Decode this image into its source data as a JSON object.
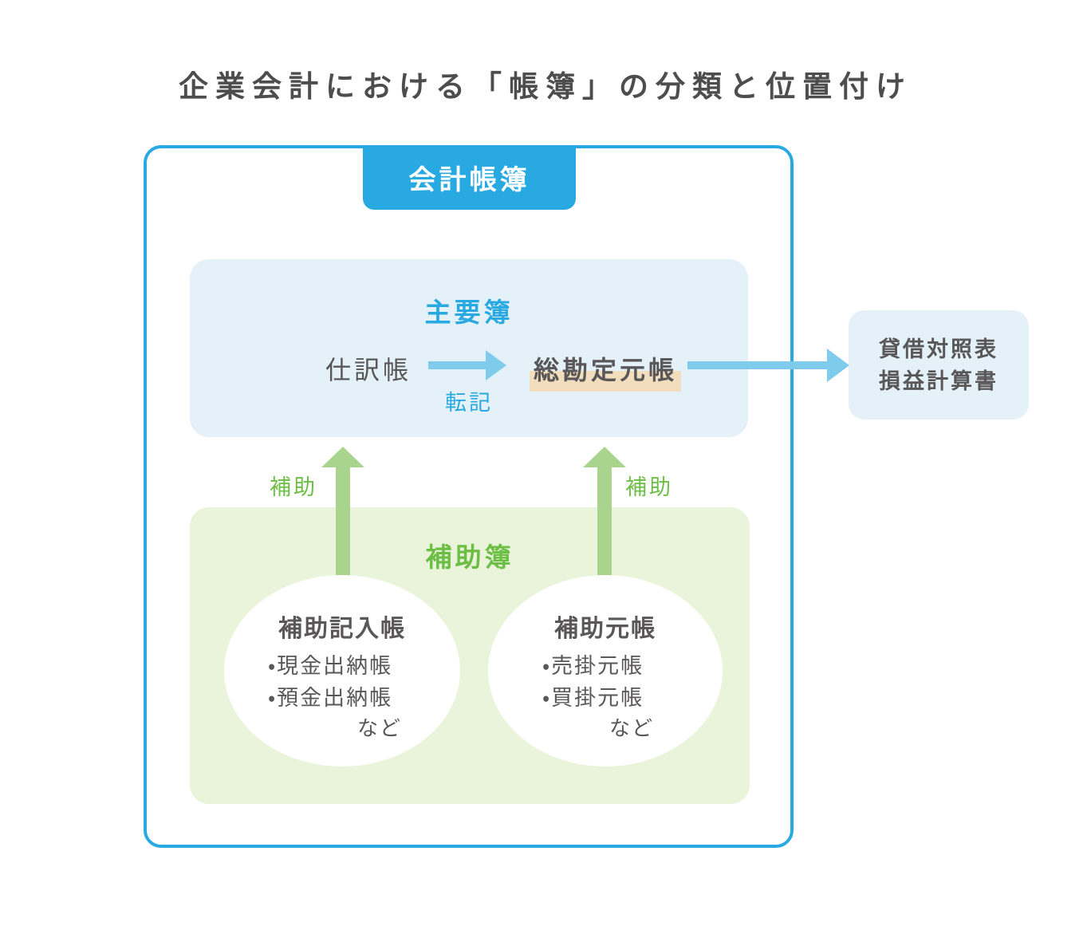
{
  "title": "企業会計における「帳簿」の分類と位置付け",
  "colors": {
    "primary_blue": "#29a9e1",
    "arrow_blue": "#7fcbec",
    "pale_blue_bg": "#e4f1f9",
    "pale_green_bg": "#e9f4db",
    "arrow_green": "#a9d48d",
    "green_text": "#6cbe44",
    "dark_text": "#595757",
    "highlight_tan": "#f2debd"
  },
  "tab": {
    "label": "会計帳簿"
  },
  "main_books": {
    "label": "主要簿",
    "journal": "仕訳帳",
    "posting_label": "転記",
    "ledger": "総勘定元帳"
  },
  "statements": {
    "line1": "貸借対照表",
    "line2": "損益計算書"
  },
  "subsidiary": {
    "label": "補助簿",
    "left_arrow_label": "補助",
    "right_arrow_label": "補助",
    "left": {
      "heading": "補助記入帳",
      "items": [
        "・現金出納帳",
        "・預金出納帳"
      ],
      "more": "など"
    },
    "right": {
      "heading": "補助元帳",
      "items": [
        "・売掛元帳",
        "・買掛元帳"
      ],
      "more": "など"
    }
  }
}
